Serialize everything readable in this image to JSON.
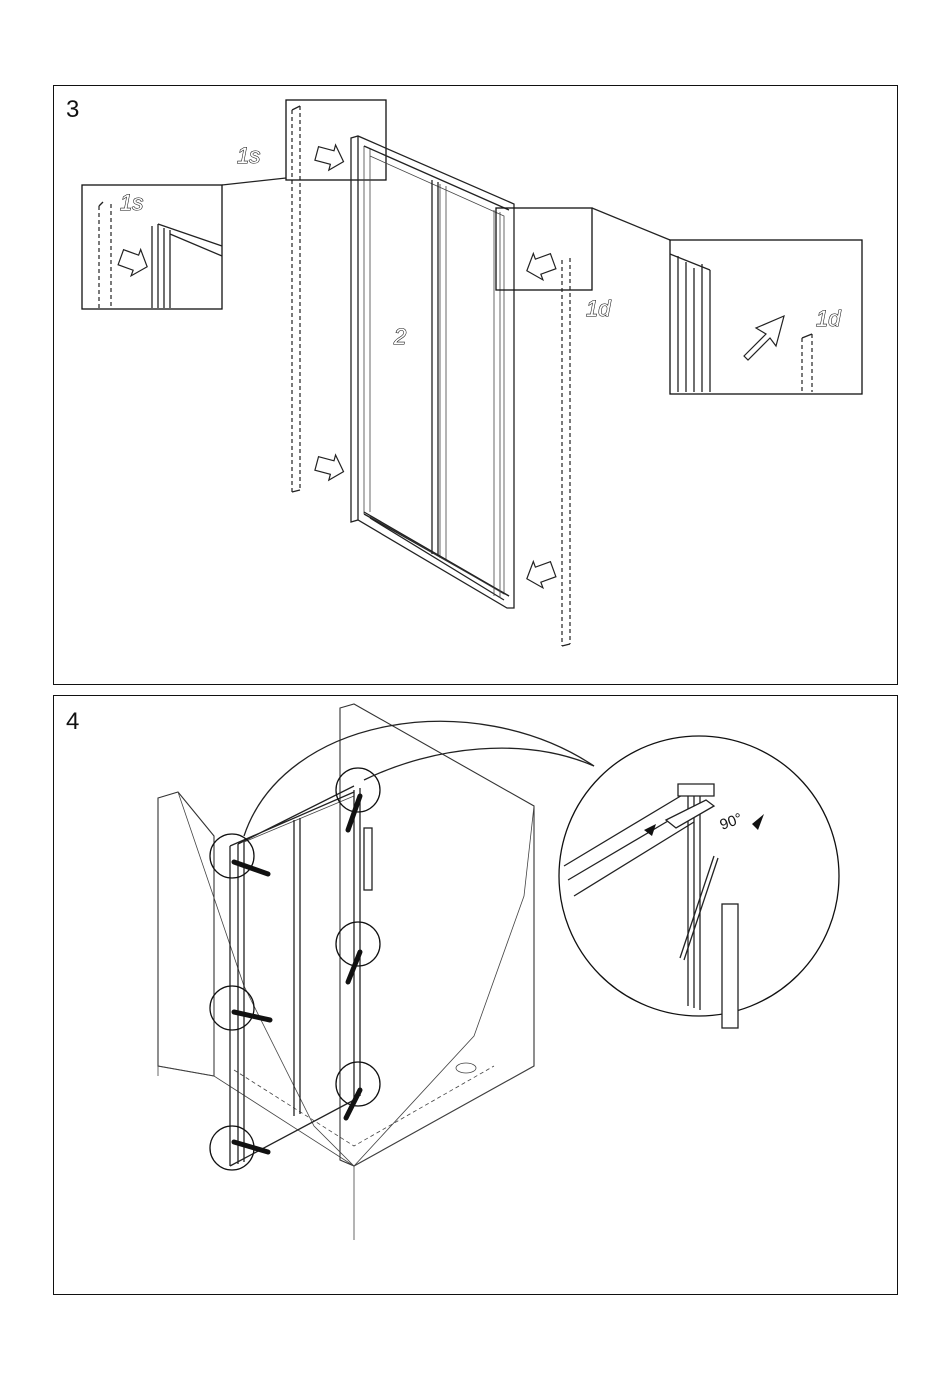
{
  "panels": [
    {
      "step": "3",
      "labels": {
        "left_profile": "1s",
        "left_profile_detail": "1s",
        "door": "2",
        "right_profile": "1d",
        "right_profile_detail": "1d"
      }
    },
    {
      "step": "4",
      "labels": {
        "angle": "90°"
      }
    }
  ]
}
